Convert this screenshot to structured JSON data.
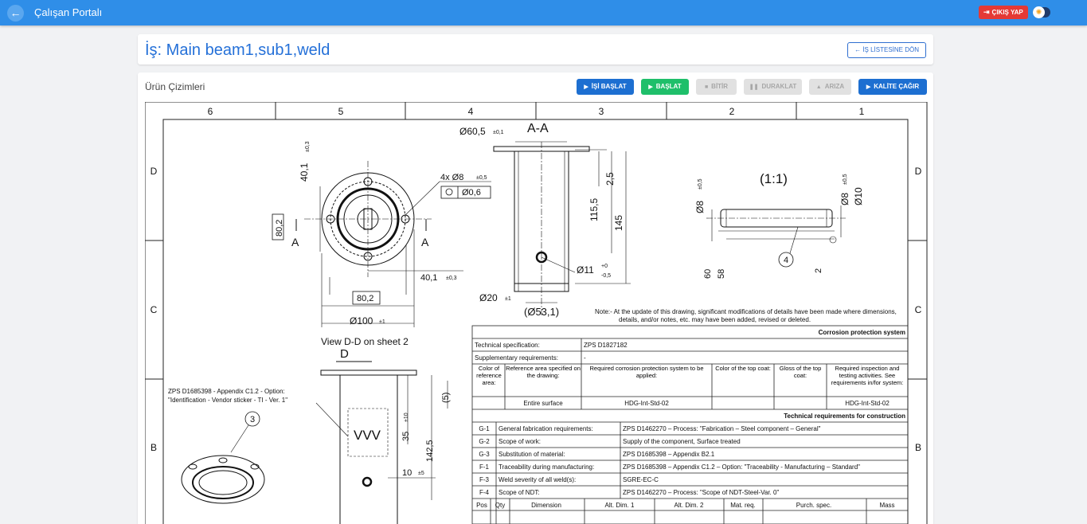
{
  "appbar": {
    "title": "Çalışan Portalı",
    "back_icon": "arrow-left-icon",
    "logout_label": "ÇIKIŞ YAP",
    "logout_icon": "logout-icon",
    "theme_icon": "sun-icon"
  },
  "header": {
    "job_title": "İş: Main beam1,sub1,weld",
    "back_to_list_label": "İŞ LİSTESİNE DÖN"
  },
  "drawings": {
    "section_title": "Ürün Çizimleri",
    "actions": [
      {
        "label": "İŞİ BAŞLAT",
        "icon": "play-icon",
        "color": "#1d6fd1",
        "enabled": true
      },
      {
        "label": "BAŞLAT",
        "icon": "play-icon",
        "color": "#1fbf6a",
        "enabled": true
      },
      {
        "label": "BİTİR",
        "icon": "stop-icon",
        "enabled": false
      },
      {
        "label": "DURAKLAT",
        "icon": "pause-icon",
        "enabled": false
      },
      {
        "label": "ARIZA",
        "icon": "warning-icon",
        "enabled": false
      },
      {
        "label": "KALİTE ÇAĞIR",
        "icon": "play-icon",
        "color": "#1d6fd1",
        "enabled": true
      }
    ]
  },
  "sheet": {
    "columns": [
      "6",
      "5",
      "4",
      "3",
      "2",
      "1"
    ],
    "rows": [
      "D",
      "C",
      "B"
    ],
    "labels": {
      "dia_60": "Ø60,5",
      "tol_01": "±0,1",
      "section_aa": "A-A",
      "dim_40_top": "40,1",
      "tol_03": "±0,3",
      "holes": "4x  Ø8",
      "tol_05": "±0,5",
      "pos_tol": "Ø0,6",
      "dim_80_side": "80,2",
      "sec_a": "A",
      "dim_40_bottom": "40,1",
      "dim_80_bottom": "80,2",
      "dia_100": "Ø100",
      "tol_1": "±1",
      "view_dd": "View D-D on sheet 2",
      "letter_d": "D",
      "dim_25": "2,5",
      "dim_1155": "115,5",
      "dim_145": "145",
      "dia_11": "Ø11",
      "tol_p0": "+0",
      "tol_m05": "-0,5",
      "dia_20": "Ø20",
      "dia_531": "(Ø53,1)",
      "scale": "(1:1)",
      "dia_8": "Ø8",
      "dia_10": "Ø10",
      "dim_60": "60",
      "dim_58": "58",
      "dim_2": "2",
      "balloon_4": "4",
      "balloon_3": "3",
      "note_zps": "ZPS D1685398 - Appendix C1.2 - Option:",
      "note_ident": "\"Identification - Vendor sticker - TI    - Ver. 1\"",
      "vvv": "VVV",
      "dim_35": "35",
      "tol_10": "±10",
      "dim_1425": "142,5",
      "dim_5": "(5)",
      "dim_10": "10",
      "tol_5": "±5",
      "note_update_1": "Note:-   At the update of this drawing, significant modifications of details have been made where dimensions,",
      "note_update_2": "details, and/or notes, etc. may have been added, revised or deleted."
    },
    "corrosion": {
      "title": "Corrosion protection system",
      "tech_spec_label": "Technical specification:",
      "tech_spec_value": "ZPS D1827182",
      "supp_label": "Supplementary requirements:",
      "supp_value": "-",
      "headers": [
        "Color of reference area:",
        "Reference area specified on the drawing:",
        "Required corrosion protection system to be applied:",
        "Color of the top coat:",
        "Gloss of the top coat:",
        "Required inspection and testing activities. See requirements in/for system:"
      ],
      "row": [
        "",
        "Entire surface",
        "HDG-Int-Std-02",
        "",
        "",
        "HDG-Int-Std-02"
      ]
    },
    "tech_req": {
      "title": "Technical requirements for construction",
      "rows": [
        {
          "code": "G-1",
          "label": "General fabrication requirements:",
          "value": "ZPS D1462270 – Process: \"Fabrication – Steel component – General\""
        },
        {
          "code": "G-2",
          "label": "Scope of work:",
          "value": "Supply of the component, Surface treated"
        },
        {
          "code": "G-3",
          "label": "Substitution of material:",
          "value": "ZPS D1685398 – Appendix B2.1"
        },
        {
          "code": "F-1",
          "label": "Traceability during manufacturing:",
          "value": "ZPS D1685398 – Appendix C1.2 – Option: \"Traceability - Manufacturing – Standard\""
        },
        {
          "code": "F-3",
          "label": "Weld severity of all weld(s):",
          "value": "SGRE-EC-C"
        },
        {
          "code": "F-4",
          "label": "Scope of NDT:",
          "value": "ZPS D1462270 – Process: \"Scope of NDT-Steel-Var. 0\""
        }
      ]
    },
    "bom_headers": [
      "Pos",
      "Qty",
      "Dimension",
      "Alt. Dim. 1",
      "Alt. Dim. 2",
      "Mat. req.",
      "Purch. spec.",
      "Mass"
    ]
  }
}
